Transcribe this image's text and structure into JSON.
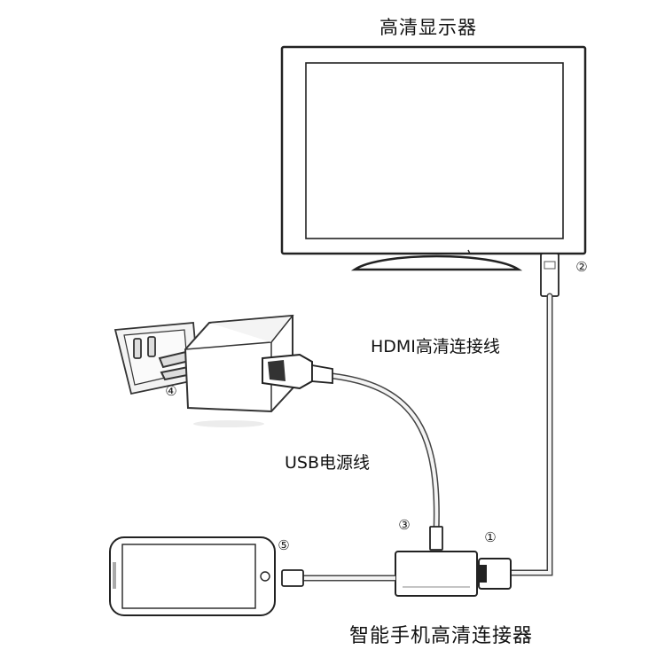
{
  "labels": {
    "monitor": "高清显示器",
    "hdmi_cable": "HDMI高清连接线",
    "usb_cable": "USB电源线",
    "adapter": "智能手机高清连接器"
  },
  "markers": {
    "m1": "①",
    "m2": "②",
    "m3": "③",
    "m4": "④",
    "m5": "⑤"
  }
}
